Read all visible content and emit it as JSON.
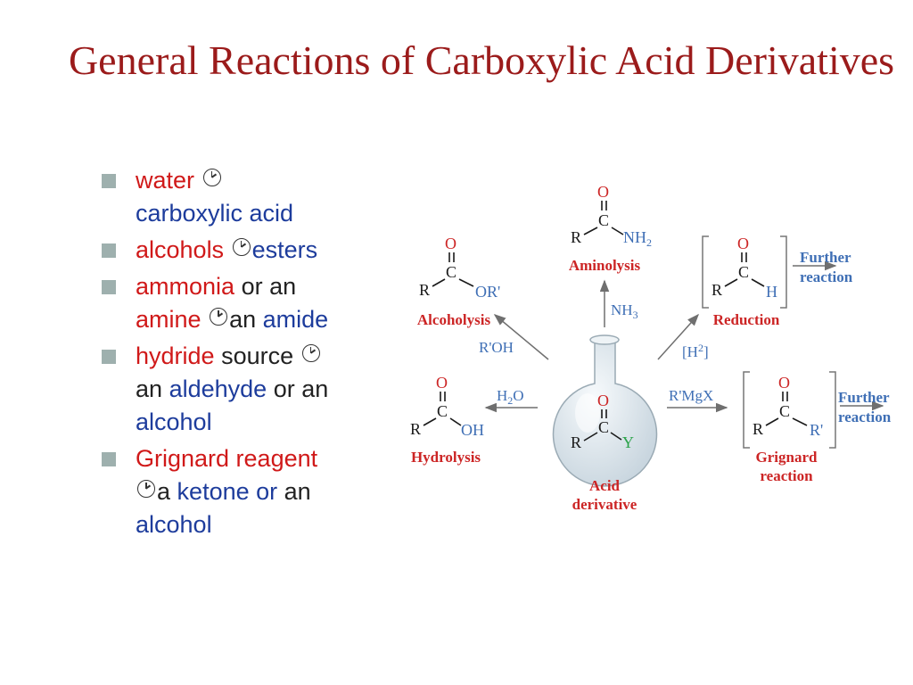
{
  "title": "General Reactions of Carboxylic Acid Derivatives",
  "bullets": [
    {
      "a": "water",
      "b": "carboxylic acid"
    },
    {
      "a": "alcohols",
      "b": "esters"
    },
    {
      "a": "ammonia",
      "b": "or an",
      "c": "amine",
      "d": "an",
      "e": "amide"
    },
    {
      "a": "hydride",
      "b": "source",
      "c": "an",
      "d": "aldehyde",
      "e": "or an",
      "f": "alcohol"
    },
    {
      "a": "Grignard reagent",
      "b": "a",
      "c": "ketone or",
      "d": "an",
      "e": "alcohol"
    }
  ],
  "diagram": {
    "center_label": [
      "Acid",
      "derivative"
    ],
    "aminolysis": {
      "reagent": "NH",
      "reagent_sub": "3",
      "label": "Aminolysis",
      "O": "O",
      "C": "C",
      "R": "R",
      "Y": "NH",
      "Y_sub": "2"
    },
    "alcoholysis": {
      "reagent": "R'OH",
      "label": "Alcoholysis",
      "O": "O",
      "C": "C",
      "R": "R",
      "Y": "OR'"
    },
    "reduction": {
      "reagent_open": "[H",
      "reagent_sup": "2",
      "reagent_close": "]",
      "label": "Reduction",
      "O": "O",
      "C": "C",
      "R": "R",
      "Y": "H",
      "further": [
        "Further",
        "reaction"
      ]
    },
    "hydrolysis": {
      "reagent": "H",
      "reagent_sub": "2",
      "reagent_end": "O",
      "label": "Hydrolysis",
      "O": "O",
      "C": "C",
      "R": "R",
      "Y": "OH"
    },
    "grignard": {
      "reagent": "R'MgX",
      "label": [
        "Grignard",
        "reaction"
      ],
      "O": "O",
      "C": "C",
      "R": "R",
      "Y": "R'",
      "further": [
        "Further",
        "reaction"
      ]
    },
    "center": {
      "O": "O",
      "C": "C",
      "R": "R",
      "Y": "Y"
    }
  },
  "colors": {
    "title": "#9b1b1b",
    "red": "#d01919",
    "blue": "#1d3c9c",
    "diagram_red": "#cc2525",
    "diagram_blue": "#3f6fb5",
    "bullet": "#9eb0ae",
    "flask": "#dfe8ee"
  },
  "icons": {
    "bullet": "square-bullet-icon",
    "arrow": "clock-arrow-icon"
  }
}
